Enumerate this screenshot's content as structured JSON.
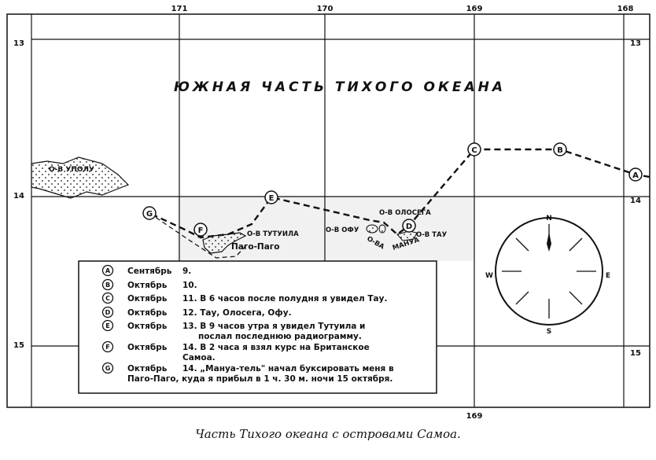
{
  "map": {
    "ocean_label": "ЮЖНАЯ ЧАСТЬ ТИХОГО ОКЕАНА",
    "longitudes_top": [
      "171",
      "170",
      "169",
      "168"
    ],
    "longitude_bottom": "169",
    "latitudes_left": [
      "13",
      "14",
      "15"
    ],
    "latitudes_right": [
      "13",
      "14",
      "15"
    ],
    "islands": {
      "upolu": "О-В УПОЛУ",
      "tutuila": "О-В ТУТУИЛА",
      "pago": "Паго-Паго",
      "ofu": "О-В ОФУ",
      "olosega": "О-В ОЛОСЕГА",
      "tau": "О-В ТАУ",
      "manua_1": "О-ВА",
      "manua_2": "МАНУА"
    },
    "points": [
      "A",
      "B",
      "C",
      "D",
      "E",
      "F",
      "G"
    ],
    "compass": {
      "n": "N",
      "s": "S",
      "w": "W",
      "e": "E"
    }
  },
  "legend": [
    {
      "mark": "A",
      "month": "Сентябрь",
      "text": "9."
    },
    {
      "mark": "B",
      "month": "Октябрь",
      "text": "10."
    },
    {
      "mark": "C",
      "month": "Октябрь",
      "text": "11. В 6 часов после полудня я увидел Тау."
    },
    {
      "mark": "D",
      "month": "Октябрь",
      "text": "12. Тау, Олосега, Офу."
    },
    {
      "mark": "E",
      "month": "Октябрь",
      "text": "13. В 9 часов утра я увидел Тутуила и",
      "text2": "послал последнюю радиограмму."
    },
    {
      "mark": "F",
      "month": "Октябрь",
      "text": "14. В 2 часа я взял курс на Британское",
      "text2": "Самоа."
    },
    {
      "mark": "G",
      "month": "Октябрь",
      "text": "14. „Мануа-тель\" начал буксировать меня в",
      "text2": "Паго-Паго, куда я прибыл в 1 ч. 30 м. ночи 15 октября."
    }
  ],
  "caption": "Часть Тихого океана с островами Самоа."
}
